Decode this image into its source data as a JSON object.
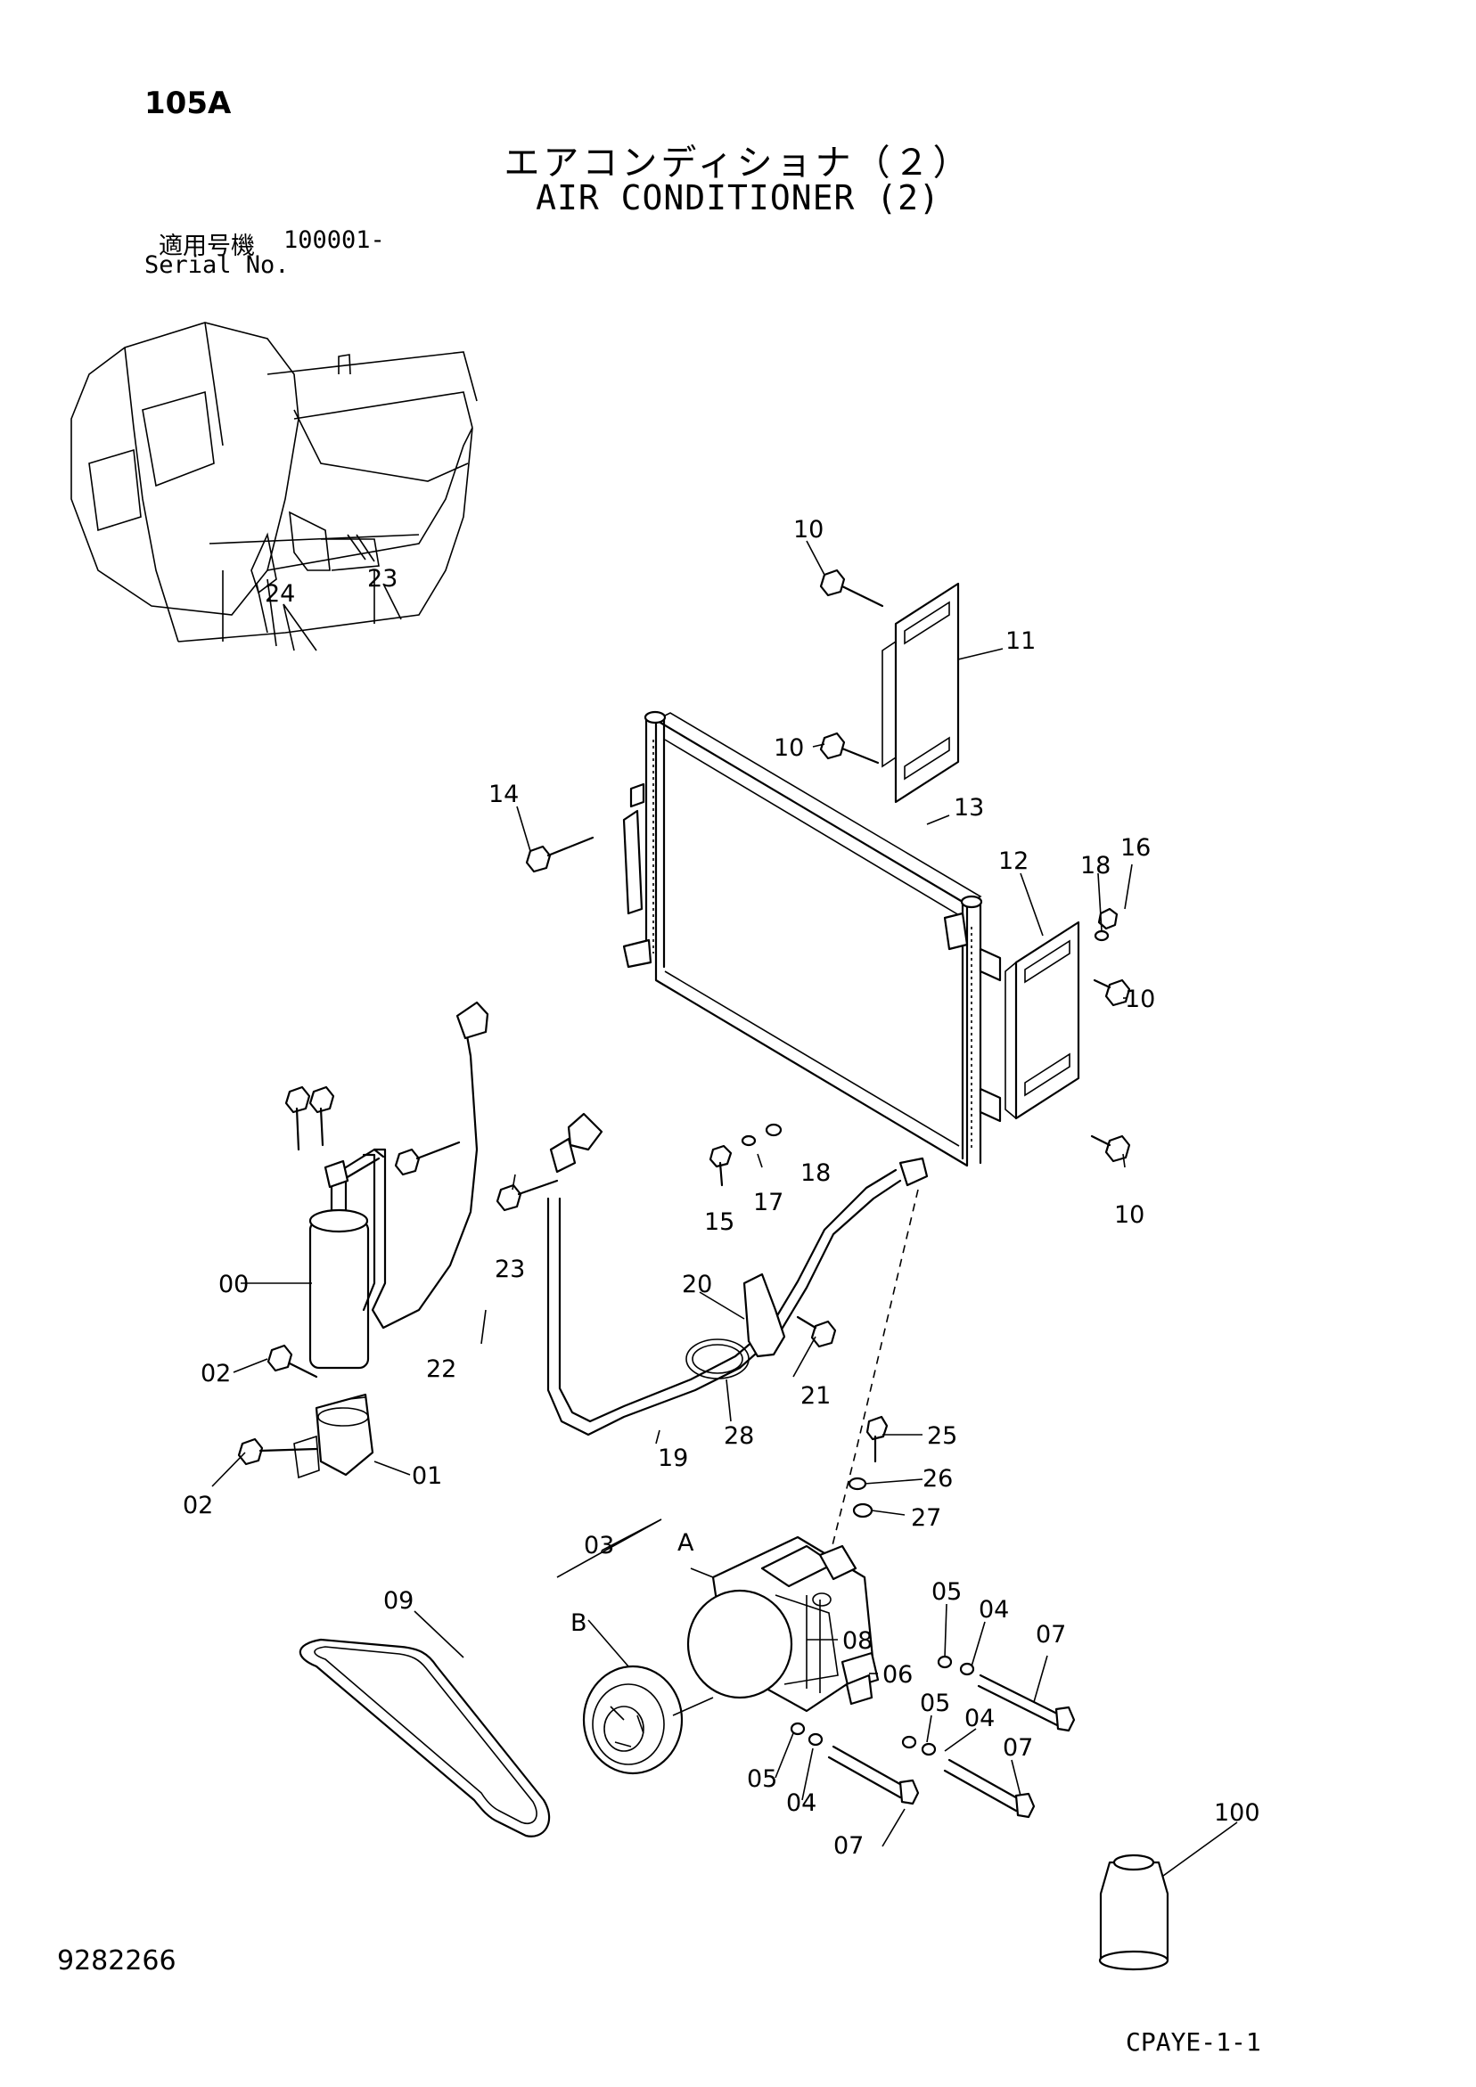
{
  "page_code": "105A",
  "title_jp": "エアコンディショナ（２）",
  "title_en": "AIR CONDITIONER (2)",
  "serial_label_jp": "適用号機",
  "serial_value": "100001-",
  "serial_label_en": "Serial No.",
  "document_number": "9282266",
  "reference_code": "CPAYE-1-1",
  "part_labels": [
    "10",
    "11",
    "10",
    "14",
    "13",
    "12",
    "18",
    "16",
    "10",
    "24",
    "23",
    "10",
    "00",
    "15",
    "17",
    "18",
    "23",
    "20",
    "02",
    "22",
    "21",
    "02",
    "01",
    "19",
    "28",
    "25",
    "26",
    "27",
    "03",
    "A",
    "05",
    "04",
    "09",
    "B",
    "07",
    "08",
    "06",
    "05",
    "04",
    "07",
    "05",
    "04",
    "07",
    "100"
  ]
}
